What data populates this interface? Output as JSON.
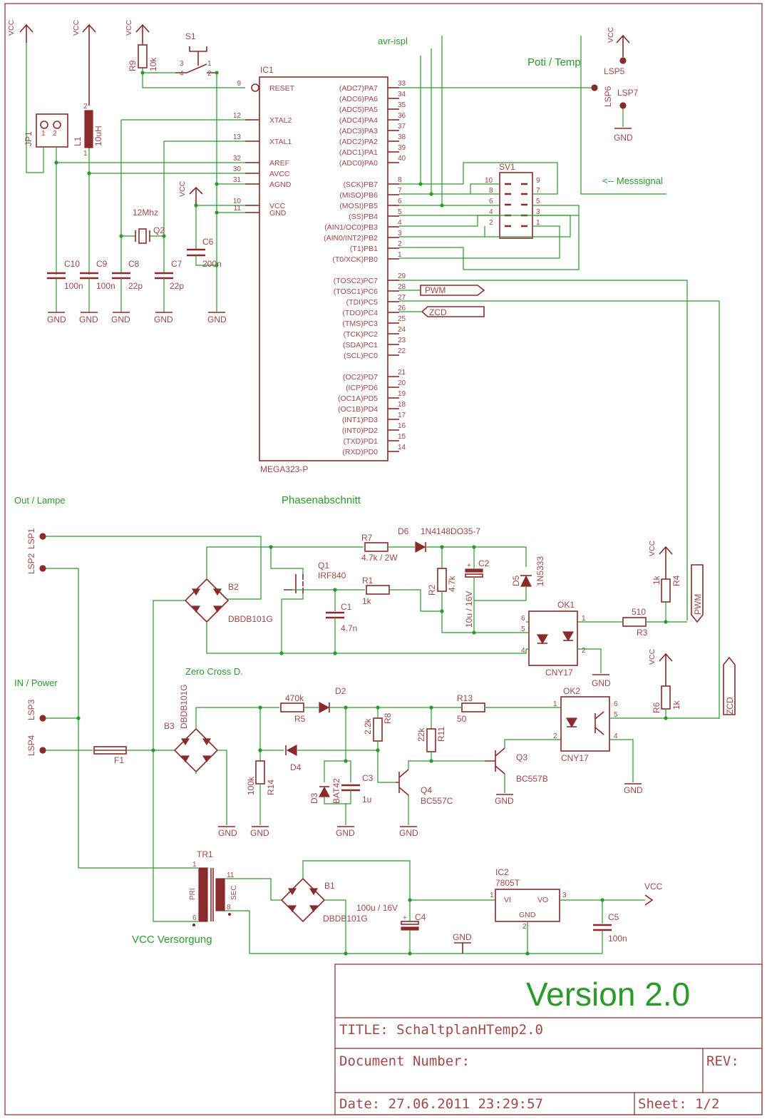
{
  "labels": {
    "vcc": "VCC",
    "gnd": "GND",
    "jp1": "JP1",
    "l1": "L1",
    "l1_val": "10uH",
    "r9": "R9",
    "r9_val": "10k",
    "s1": "S1",
    "ic1": "IC1",
    "ic1_part": "MEGA323-P",
    "crystal_freq": "12Mhz",
    "q2": "Q2",
    "c6": "C6",
    "c6_val": "200n",
    "c10": "C10",
    "c10_val": "100n",
    "c9": "C9",
    "c9_val": "100n",
    "c8": "C8",
    "c8_val": "22p",
    "c7": "C7",
    "c7_val": "22p",
    "avr_ispl": "avr-ispl",
    "poti_temp": "Poti / Temp",
    "lsp5": "LSP5",
    "lsp6": "LSP6",
    "lsp7": "LSP7",
    "sv1": "SV1",
    "messsignal": "<-- Messsignal",
    "pwm": "PWM",
    "zcd": "ZCD",
    "phasenabschnitt": "Phasenabschnitt",
    "out_lampe": "Out / Lampe",
    "lsp1": "LSP1",
    "lsp2": "LSP2",
    "r7": "R7",
    "r7_val": "4.7k / 2W",
    "d6": "D6",
    "d6_val": "1N4148DO35-7",
    "q1": "Q1",
    "q1_val": "IRF840",
    "r1": "R1",
    "r1_val": "1k",
    "c1": "C1",
    "c1_val": "4.7n",
    "r2": "R2",
    "r2_val": "4.7k",
    "c2": "C2",
    "c2_val": "10u / 16V",
    "d5": "D5",
    "d5_val": "1N5333",
    "b2": "B2",
    "b2_val": "DBDB101G",
    "ok1": "OK1",
    "ok1_val": "CNY17",
    "r3": "R3",
    "r3_val": "510",
    "r4": "R4",
    "r4_val": "1k",
    "zero_cross": "Zero Cross D.",
    "in_power": "IN / Power",
    "lsp3": "LSP3",
    "lsp4": "LSP4",
    "b3": "B3",
    "b3_val": "DBDB101G",
    "r5": "R5",
    "r5_val": "470k",
    "d2": "D2",
    "r13": "R13",
    "r13_val": "50",
    "ok2": "OK2",
    "ok2_val": "CNY17",
    "r6": "R6",
    "r6_val": "1k",
    "r8": "R8",
    "r8_val": "2.2k",
    "r11": "R11",
    "r11_val": "22k",
    "f1": "F1",
    "d4": "D4",
    "r14": "R14",
    "r14_val": "100k",
    "d3": "D3",
    "d3_val": "BAT42",
    "c3": "C3",
    "c3_val": "1u",
    "q4": "Q4",
    "q4_val": "BC557C",
    "q3": "Q3",
    "q3_val": "BC557B",
    "tr1": "TR1",
    "pri": "PRI",
    "sec": "SEC",
    "b1": "B1",
    "b1_val": "DBDB101G",
    "c4": "C4",
    "c4_val": "100u / 16V",
    "ic2": "IC2",
    "ic2_val": "7805T",
    "vi": "VI",
    "vo": "VO",
    "c5": "C5",
    "c5_val": "100n",
    "vcc_versorgung": "VCC Versorgung"
  },
  "ic1_left_pins": [
    {
      "num": "9",
      "name": "RESET"
    },
    {
      "num": "12",
      "name": "XTAL2"
    },
    {
      "num": "13",
      "name": "XTAL1"
    },
    {
      "num": "32",
      "name": "AREF"
    },
    {
      "num": "30",
      "name": "AVCC"
    },
    {
      "num": "31",
      "name": "AGND"
    },
    {
      "num": "10",
      "name": "VCC"
    },
    {
      "num": "11",
      "name": "GND"
    }
  ],
  "ic1_right_pins": [
    {
      "num": "33",
      "name": "(ADC7)PA7"
    },
    {
      "num": "34",
      "name": "(ADC6)PA6"
    },
    {
      "num": "35",
      "name": "(ADC5)PA5"
    },
    {
      "num": "36",
      "name": "(ADC4)PA4"
    },
    {
      "num": "37",
      "name": "(ADC3)PA3"
    },
    {
      "num": "38",
      "name": "(ADC2)PA2"
    },
    {
      "num": "39",
      "name": "(ADC1)PA1"
    },
    {
      "num": "40",
      "name": "(ADC0)PA0"
    },
    {
      "num": "8",
      "name": "(SCK)PB7"
    },
    {
      "num": "7",
      "name": "(MISO)PB6"
    },
    {
      "num": "6",
      "name": "(MOSI)PB5"
    },
    {
      "num": "5",
      "name": "(SS)PB4"
    },
    {
      "num": "4",
      "name": "(AIN1/OC0)PB3"
    },
    {
      "num": "3",
      "name": "(AIN0/INT2)PB2"
    },
    {
      "num": "2",
      "name": "(T1)PB1"
    },
    {
      "num": "1",
      "name": "(T0/XCK)PB0"
    },
    {
      "num": "29",
      "name": "(TOSC2)PC7"
    },
    {
      "num": "28",
      "name": "(TOSC1)PC6"
    },
    {
      "num": "27",
      "name": "(TDI)PC5"
    },
    {
      "num": "26",
      "name": "(TDO)PC4"
    },
    {
      "num": "25",
      "name": "(TMS)PC3"
    },
    {
      "num": "24",
      "name": "(TCK)PC2"
    },
    {
      "num": "23",
      "name": "(SDA)PC1"
    },
    {
      "num": "22",
      "name": "(SCL)PC0"
    },
    {
      "num": "21",
      "name": "(OC2)PD7"
    },
    {
      "num": "20",
      "name": "(ICP)PD6"
    },
    {
      "num": "19",
      "name": "(OC1A)PD5"
    },
    {
      "num": "18",
      "name": "(OC1B)PD4"
    },
    {
      "num": "17",
      "name": "(INT1)PD3"
    },
    {
      "num": "16",
      "name": "(INT0)PD2"
    },
    {
      "num": "15",
      "name": "(TXD)PD1"
    },
    {
      "num": "14",
      "name": "(RXD)PD0"
    }
  ],
  "title_block": {
    "version": "Version 2.0",
    "title": "TITLE:  SchaltplanHTemp2.0",
    "doc_number": "Document Number:",
    "rev": "REV:",
    "date": "Date: 27.06.2011  23:29:57",
    "sheet": "Sheet: 1/2"
  },
  "colors": {
    "wire": "#2a9a2a",
    "part": "#8b2a2a",
    "text": "#a04848"
  }
}
